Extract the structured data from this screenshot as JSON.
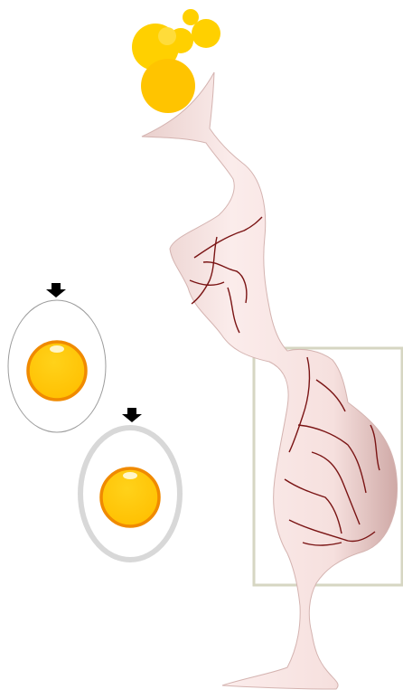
{
  "colors": {
    "background": "#ffffff",
    "yolk_fill": "#ffc400",
    "yolk_stroke": "#f08a00",
    "cluster_yellow": "#ffd000",
    "tissue_fill": "#f8e4e2",
    "tissue_shadow": "#c9a9a6",
    "vessel": "#7a1414",
    "outer_shell_thin": "#9c9c9c",
    "outer_shell_thick": "#d8d8d8",
    "highlight_box": "#d6d6c2",
    "arrow": "#000000"
  },
  "icons": [
    "follicle-cluster-icon",
    "down-arrow-icon",
    "egg-icon"
  ],
  "components": {
    "follicle_cluster": "follicle-cluster",
    "oviduct": "oviduct-tube",
    "highlight_region": "highlight-box",
    "egg_thin_shell": "egg-thin-shell",
    "egg_thick_shell": "egg-thick-shell"
  }
}
